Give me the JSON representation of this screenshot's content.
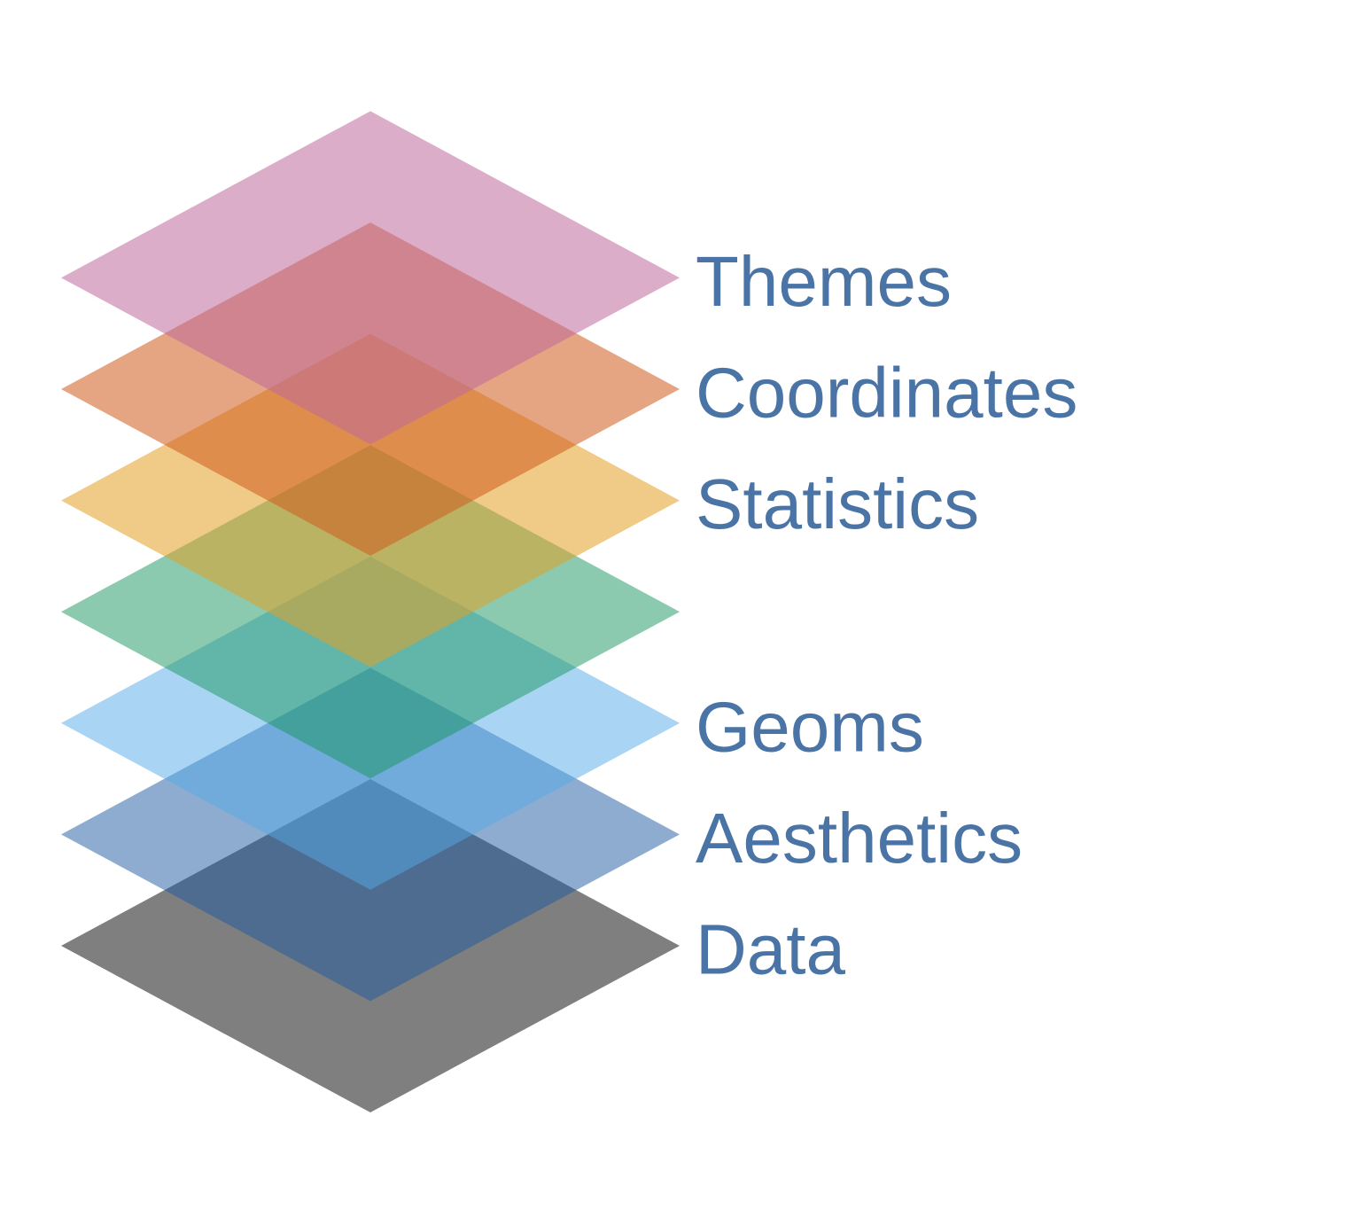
{
  "label_color": "#4a74a5",
  "layers": [
    {
      "id": "data",
      "label": "Data",
      "color": "#000000",
      "opacity": 0.5
    },
    {
      "id": "aesthetics",
      "label": "Aesthetics",
      "color": "#1b5aa0",
      "opacity": 0.5
    },
    {
      "id": "geoms",
      "label": "Geoms",
      "color": "#56a9e8",
      "opacity": 0.5
    },
    {
      "id": "facets",
      "label": "",
      "color": "#18965f",
      "opacity": 0.5
    },
    {
      "id": "statistics",
      "label": "Statistics",
      "color": "#e3a126",
      "opacity": 0.55
    },
    {
      "id": "coordinates",
      "label": "Coordinates",
      "color": "#d05b1e",
      "opacity": 0.55
    },
    {
      "id": "themes",
      "label": "Themes",
      "color": "#bf6a9b",
      "opacity": 0.55
    }
  ]
}
